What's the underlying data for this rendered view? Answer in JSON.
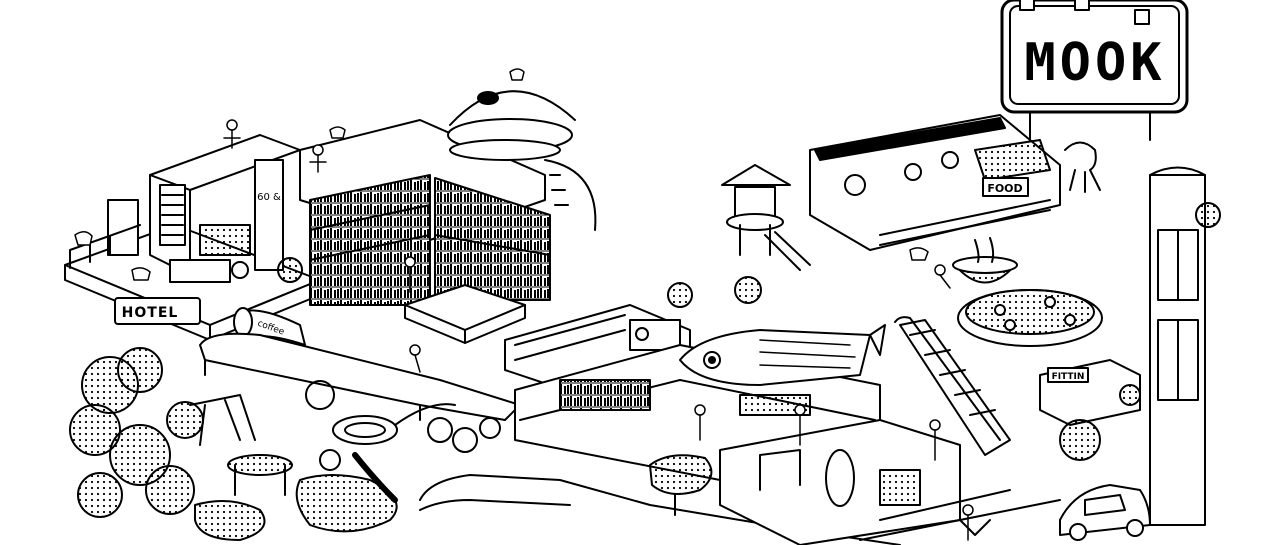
{
  "signs": {
    "mook": "MOOK",
    "hotel": "HOTEL",
    "coffee": "coffee",
    "food": "FOOD",
    "fitting": "FITTIN",
    "book_sign": "60 &"
  },
  "colors": {
    "ink": "#000000",
    "paper": "#ffffff"
  }
}
